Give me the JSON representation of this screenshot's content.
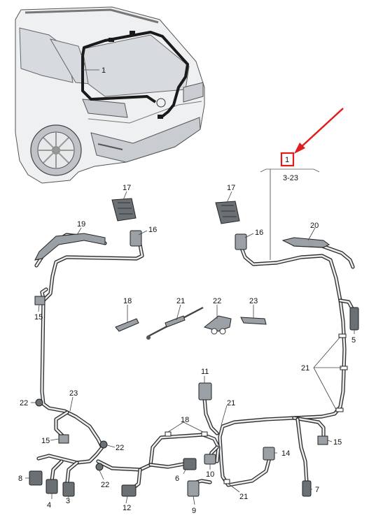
{
  "diagram": {
    "highlight_label": "1",
    "reference": "3-23",
    "car_label": "1",
    "callouts": {
      "c17a": "17",
      "c19": "19",
      "c16a": "16",
      "c17b": "17",
      "c16b": "16",
      "c20": "20",
      "c18a": "18",
      "c21a": "21",
      "c22a": "22",
      "c23a": "23",
      "c15a": "15",
      "c5": "5",
      "c21b": "21",
      "c11": "11",
      "c21c": "21",
      "c23b": "23",
      "c22b": "22",
      "c15b": "15",
      "c22c": "22",
      "c18b": "18",
      "c14": "14",
      "c15c": "15",
      "c8": "8",
      "c22d": "22",
      "c6": "6",
      "c10": "10",
      "c7": "7",
      "c4": "4",
      "c3": "3",
      "c12": "12",
      "c9": "9",
      "c21d": "21"
    },
    "colors": {
      "highlight": "#e21b1b",
      "arrow": "#e21b1b",
      "wire": "#2b2b2b"
    }
  }
}
